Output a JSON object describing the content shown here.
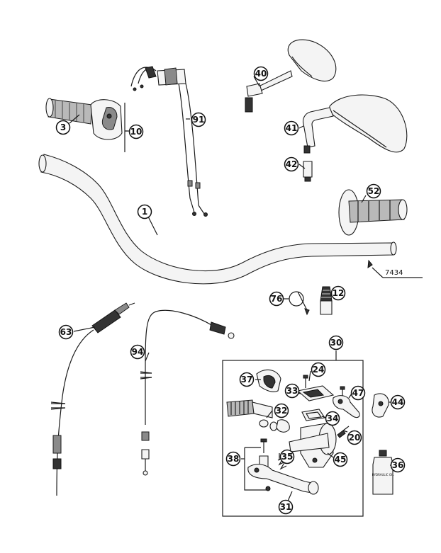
{
  "diagram": {
    "reference_code": "7434",
    "callouts": [
      {
        "id": "c1",
        "label": "1"
      },
      {
        "id": "c3",
        "label": "3"
      },
      {
        "id": "c10",
        "label": "10"
      },
      {
        "id": "c91",
        "label": "91"
      },
      {
        "id": "c40",
        "label": "40"
      },
      {
        "id": "c41",
        "label": "41"
      },
      {
        "id": "c42",
        "label": "42"
      },
      {
        "id": "c52",
        "label": "52"
      },
      {
        "id": "c76",
        "label": "76"
      },
      {
        "id": "c12",
        "label": "12"
      },
      {
        "id": "c63",
        "label": "63"
      },
      {
        "id": "c94",
        "label": "94"
      },
      {
        "id": "c30",
        "label": "30"
      },
      {
        "id": "c24",
        "label": "24"
      },
      {
        "id": "c37",
        "label": "37"
      },
      {
        "id": "c33",
        "label": "33"
      },
      {
        "id": "c47",
        "label": "47"
      },
      {
        "id": "c44",
        "label": "44"
      },
      {
        "id": "c32",
        "label": "32"
      },
      {
        "id": "c34",
        "label": "34"
      },
      {
        "id": "c20",
        "label": "20"
      },
      {
        "id": "c38",
        "label": "38"
      },
      {
        "id": "c35",
        "label": "35"
      },
      {
        "id": "c45",
        "label": "45"
      },
      {
        "id": "c36",
        "label": "36"
      },
      {
        "id": "c31",
        "label": "31"
      }
    ],
    "bottle_label": "HYDRAULIC OIL"
  }
}
